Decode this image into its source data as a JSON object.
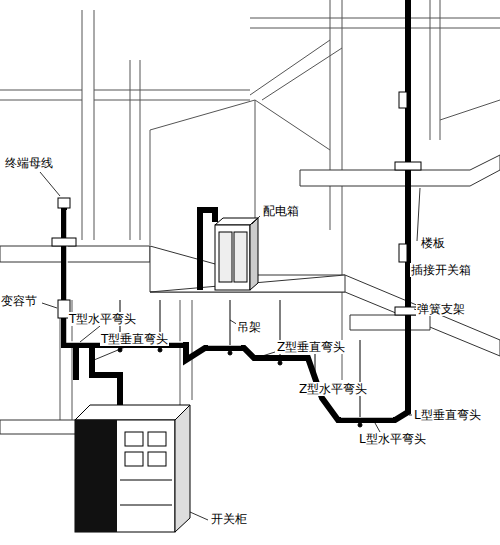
{
  "diagram": {
    "labels": [
      "终端母线",
      "配电箱",
      "楼板",
      "插接开关箱",
      "变容节",
      "弹簧支架",
      "T型水平弯头",
      "T型垂直弯头",
      "吊架",
      "Z型垂直弯头",
      "Z型水平弯头",
      "L型垂直弯头",
      "L型水平弯头",
      "开关柜"
    ]
  }
}
